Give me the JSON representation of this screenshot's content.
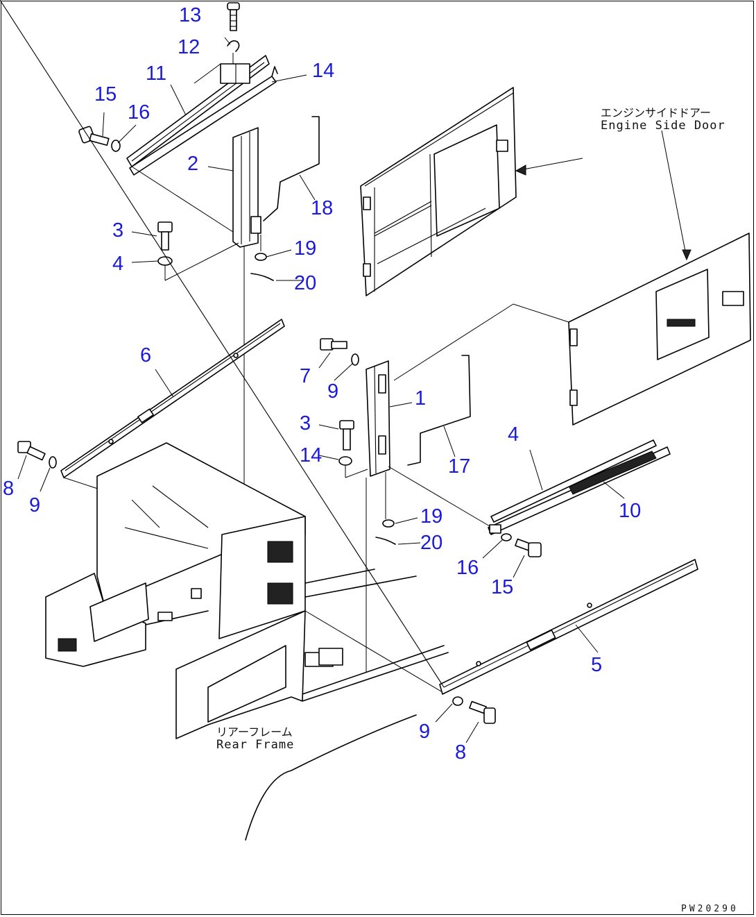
{
  "callouts": [
    {
      "id": "c13",
      "text": "13"
    },
    {
      "id": "c12",
      "text": "12"
    },
    {
      "id": "c11",
      "text": "11"
    },
    {
      "id": "c14a",
      "text": "14"
    },
    {
      "id": "c15a",
      "text": "15"
    },
    {
      "id": "c16a",
      "text": "16"
    },
    {
      "id": "c2",
      "text": "2"
    },
    {
      "id": "c18",
      "text": "18"
    },
    {
      "id": "c3a",
      "text": "3"
    },
    {
      "id": "c19a",
      "text": "19"
    },
    {
      "id": "c4a",
      "text": "4"
    },
    {
      "id": "c20a",
      "text": "20"
    },
    {
      "id": "c6",
      "text": "6"
    },
    {
      "id": "c7",
      "text": "7"
    },
    {
      "id": "c9a",
      "text": "9"
    },
    {
      "id": "c1",
      "text": "1"
    },
    {
      "id": "c3b",
      "text": "3"
    },
    {
      "id": "c4b",
      "text": "4"
    },
    {
      "id": "c14b",
      "text": "14"
    },
    {
      "id": "c17",
      "text": "17"
    },
    {
      "id": "c10",
      "text": "10"
    },
    {
      "id": "c8a",
      "text": "8"
    },
    {
      "id": "c9b",
      "text": "9"
    },
    {
      "id": "c19b",
      "text": "19"
    },
    {
      "id": "c20b",
      "text": "20"
    },
    {
      "id": "c16b",
      "text": "16"
    },
    {
      "id": "c15b",
      "text": "15"
    },
    {
      "id": "c5",
      "text": "5"
    },
    {
      "id": "c9c",
      "text": "9"
    },
    {
      "id": "c8b",
      "text": "8"
    }
  ],
  "notes": {
    "engine_side_door_jp": "エンジンサイドドアー",
    "engine_side_door_en": "Engine Side Door",
    "rear_frame_jp": "リアーフレーム",
    "rear_frame_en": "Rear Frame"
  },
  "drawing_code": "PW20290",
  "colors": {
    "callout": "#1a1adc",
    "line": "#000000",
    "background": "#ffffff"
  }
}
